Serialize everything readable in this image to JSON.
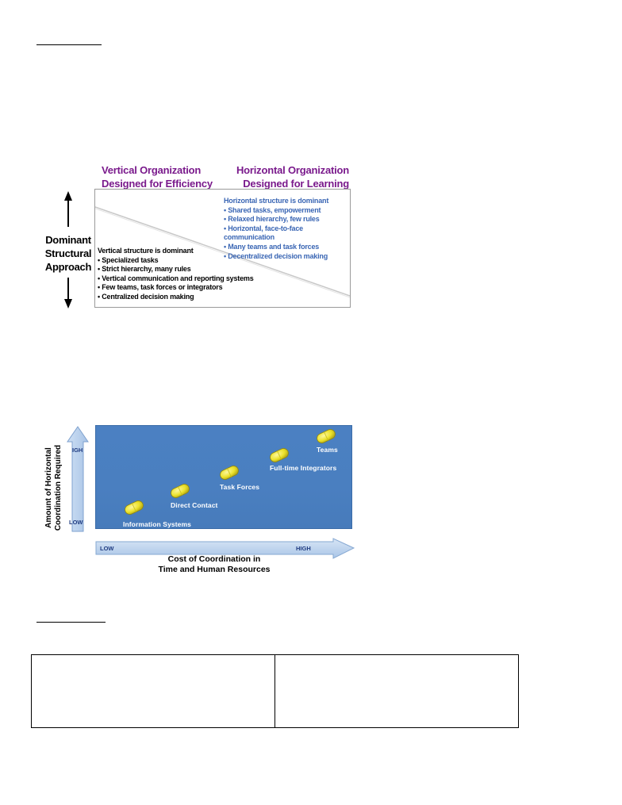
{
  "figure1": {
    "left_title_line1": "Vertical Organization",
    "left_title_line2": "Designed for Efficiency",
    "right_title_line1": "Horizontal Organization",
    "right_title_line2": "Designed for Learning",
    "side_label_line1": "Dominant",
    "side_label_line2": "Structural",
    "side_label_line3": "Approach",
    "horizontal_items": [
      "Horizontal structure is dominant",
      "• Shared tasks, empowerment",
      "• Relaxed hierarchy, few rules",
      "• Horizontal, face-to-face",
      "communication",
      "• Many teams and task forces",
      "• Decentralized decision making"
    ],
    "vertical_items": [
      "Vertical structure is dominant",
      "• Specialized tasks",
      "• Strict hierarchy, many rules",
      "• Vertical communication and reporting systems",
      "• Few teams, task forces or integrators",
      "• Centralized decision making"
    ],
    "colors": {
      "title": "#7a1a8c",
      "horizontal_text": "#3a66b4"
    }
  },
  "figure2": {
    "y_axis_title_line1": "Amount of Horizontal",
    "y_axis_title_line2": "Coordination Required",
    "y_high": "IGH",
    "y_low": "LOW",
    "x_low": "LOW",
    "x_high": "HIGH",
    "x_axis_title_line1": "Cost of Coordination in",
    "x_axis_title_line2": "Time and Human Resources",
    "mechanisms": [
      "Information Systems",
      "Direct Contact",
      "Task  Forces",
      "Full-time Integrators",
      "Teams"
    ],
    "colors": {
      "panel": "#4a7fc0",
      "pill": "#f2ea2c"
    }
  },
  "table": {
    "columns": [
      "",
      ""
    ]
  }
}
